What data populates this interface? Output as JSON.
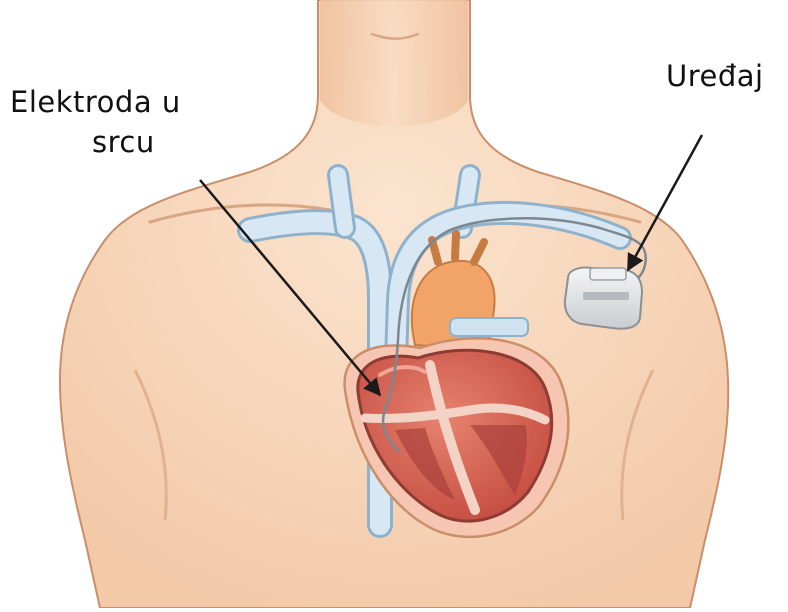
{
  "labels": {
    "lead_line1": "Elektroda u",
    "lead_line2": "srcu",
    "device": "Uređaj"
  },
  "icons": {
    "torso": "human-torso-icon",
    "heart": "heart-icon",
    "device": "pacemaker-icon",
    "vessels": "vein-icon"
  },
  "colors": {
    "skin": "#f7d7bc",
    "skin_outline": "#c98e6a",
    "vein": "#cfe2f0",
    "vein_outline": "#8fb2cc",
    "aorta": "#f2a468",
    "heart": "#d96455",
    "heart_outline": "#8e3b33",
    "device": "#e4e6e8",
    "arrow": "#1a1a1a",
    "text": "#111111"
  }
}
